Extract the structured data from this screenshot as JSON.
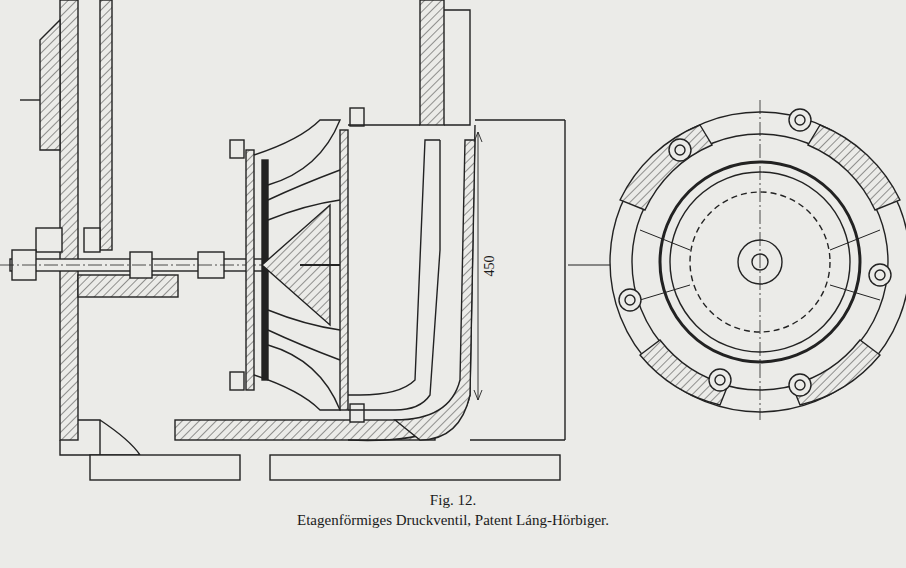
{
  "diagram": {
    "title": "Fig. 12.",
    "caption": "Etagenförmiges Druckventil, Patent Láng-Hörbiger.",
    "labels": [
      "450"
    ]
  }
}
